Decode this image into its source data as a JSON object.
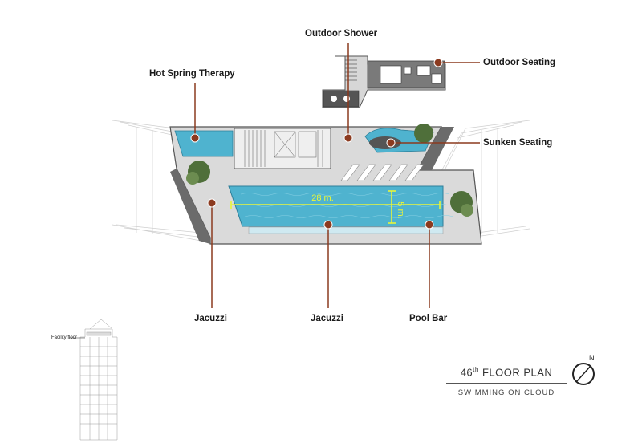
{
  "labels": {
    "outdoor_shower": "Outdoor Shower",
    "outdoor_seating": "Outdoor Seating",
    "hot_spring_therapy": "Hot Spring Therapy",
    "sunken_seating": "Sunken Seating",
    "jacuzzi_left": "Jacuzzi",
    "jacuzzi_center": "Jacuzzi",
    "pool_bar": "Pool Bar"
  },
  "dimensions": {
    "pool_length": "28 m.",
    "pool_width": "5 m."
  },
  "title": {
    "floor_number": "46",
    "floor_suffix": "th",
    "floor_text": " FLOOR PLAN",
    "subtitle": "SWIMMING ON CLOUD"
  },
  "elevation": {
    "caption": "Facility floor"
  },
  "north_arrow": {
    "letter": "N"
  },
  "colors": {
    "marker": "#8b3a1f",
    "pool": "#4fb3cf",
    "dimension": "#e8f53a",
    "deck": "#d3d3d3",
    "planting": "#4f6f3a"
  }
}
